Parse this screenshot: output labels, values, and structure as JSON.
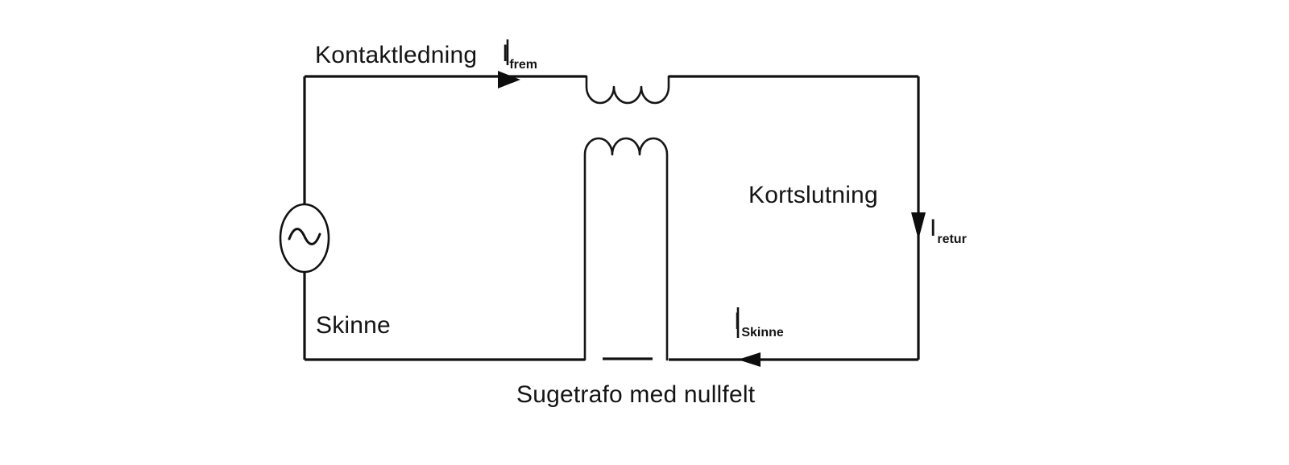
{
  "diagram": {
    "title": "Sugetrafo med nullfelt",
    "language": "no",
    "background_color": "#ffffff",
    "line_color": "#111111",
    "labels": {
      "contact_line": "Kontaktledning",
      "rail": "Skinne",
      "short_circuit": "Kortslutning",
      "caption": "Sugetrafo med nullfelt"
    },
    "currents": [
      {
        "id": "frem",
        "symbol": "I",
        "subscript": "frem",
        "direction": "right"
      },
      {
        "id": "retur",
        "symbol": "I",
        "subscript": "retur",
        "direction": "down"
      },
      {
        "id": "skinne",
        "symbol": "I",
        "subscript": "Skinne",
        "direction": "left"
      }
    ],
    "components": [
      {
        "name": "ac-source",
        "type": "ac-voltage-source",
        "symbol": "~"
      },
      {
        "name": "primary-winding",
        "type": "inductor",
        "turns": 3,
        "orientation": "horizontal-top"
      },
      {
        "name": "secondary-winding",
        "type": "inductor",
        "turns": 3,
        "orientation": "horizontal-inverted"
      },
      {
        "name": "rail-gap",
        "type": "insulated-joint",
        "orientation": "horizontal-bottom"
      }
    ]
  }
}
